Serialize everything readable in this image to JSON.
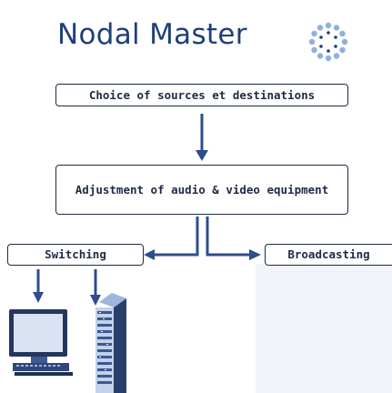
{
  "header": {
    "title": "Nodal Master"
  },
  "flow": {
    "sources_label": "Choice of sources et destinations",
    "adjust_label": "Adjustment of audio & video equipment",
    "switching_label": "Switching",
    "broadcasting_label": "Broadcasting"
  },
  "colors": {
    "title": "#1f3f7a",
    "arrow": "#2d4d8c",
    "box_border": "#1f2a44",
    "logo_dots": "#7fa0d0",
    "panel_bg": "#f1f5fb"
  },
  "icons": [
    "nodal-logo-icon",
    "computer-monitor-icon",
    "rack-server-icon"
  ]
}
